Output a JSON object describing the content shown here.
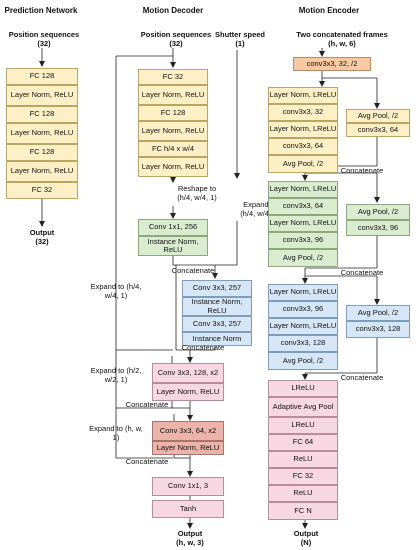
{
  "headers": {
    "prediction": "Prediction Network",
    "decoder": "Motion Decoder",
    "encoder": "Motion Encoder"
  },
  "prediction": {
    "input_label": "Position sequences",
    "input_dim": "(32)",
    "layers": [
      "FC 128",
      "Layer Norm, ReLU",
      "FC 128",
      "Layer Norm, ReLU",
      "FC 128",
      "Layer Norm, ReLU",
      "FC 32"
    ],
    "output_label": "Output",
    "output_dim": "(32)"
  },
  "decoder": {
    "input_pos_label": "Position sequences",
    "input_pos_dim": "(32)",
    "input_shutter_label": "Shutter speed",
    "input_shutter_dim": "(1)",
    "mlp": [
      "FC 32",
      "Layer Norm, ReLU",
      "FC 128",
      "Layer Norm, ReLU",
      "FC   h/4 x w/4",
      "Layer Norm, ReLU"
    ],
    "reshape": "Reshape to (h/4, w/4, 1)",
    "expand_shutter": "Expand to (h/4, w/4, 1)",
    "conv1": "Conv 1x1, 256",
    "inorm1": "Instance Norm, ReLU",
    "concat1": "Concatenate",
    "expand_pos1": "Expand to (h/4, w/4, 1)",
    "block_blue": [
      "Conv 3x3, 257",
      "Instance Norm, ReLU",
      "Conv 3x3, 257",
      "Instance Norm"
    ],
    "concat2": "Concatenate",
    "expand_pos2": "Expand to (h/2, w/2, 1)",
    "block_pink": [
      "Conv 3x3, 128, x2",
      "Layer Norm, ReLU"
    ],
    "concat3": "Concatenate",
    "expand_pos3": "Expand to (h, w, 1)",
    "block_red": [
      "Conv 3x3, 64, x2",
      "Layer Norm, ReLU"
    ],
    "concat4": "Concatenate",
    "final": [
      "Conv 1x1, 3",
      "Tanh"
    ],
    "output_label": "Output",
    "output_dim": "(h, w, 3)"
  },
  "encoder": {
    "input_label": "Two concatenated frames",
    "input_dim": "(h, w, 6)",
    "first": "conv3x3, 32, /2",
    "stage1_main": [
      "Layer Norm, LReLU",
      "conv3x3, 32",
      "Layer Norm, LReLU",
      "conv3x3, 64",
      "Avg Pool, /2"
    ],
    "stage1_side": [
      "Avg Pool, /2",
      "conv3x3, 64"
    ],
    "concat1": "Concatenate",
    "stage2_main": [
      "Layer Norm, LReLU",
      "conv3x3, 64",
      "Layer Norm, LReLU",
      "conv3x3, 96",
      "Avg Pool, /2"
    ],
    "stage2_side": [
      "Avg Pool, /2",
      "conv3x3, 96"
    ],
    "concat2": "Concatenate",
    "stage3_main": [
      "Layer Norm, LReLU",
      "conv3x3, 96",
      "Layer Norm, LReLU",
      "conv3x3, 128",
      "Avg Pool, /2"
    ],
    "stage3_side": [
      "Avg Pool, /2",
      "conv3x3, 128"
    ],
    "concat3": "Concatenate",
    "head": [
      "LReLU",
      "Adaptive Avg Pool",
      "LReLU",
      "FC 64",
      "ReLU",
      "FC 32",
      "ReLU",
      "FC N"
    ],
    "output_label": "Output",
    "output_dim": "(N)"
  },
  "colors": {
    "yellow": "#fdf0c6",
    "green": "#d9ecd0",
    "blue": "#d7e6f6",
    "pink": "#f7d7e1",
    "red": "#ecb3ab",
    "orange": "#f8caa4"
  }
}
